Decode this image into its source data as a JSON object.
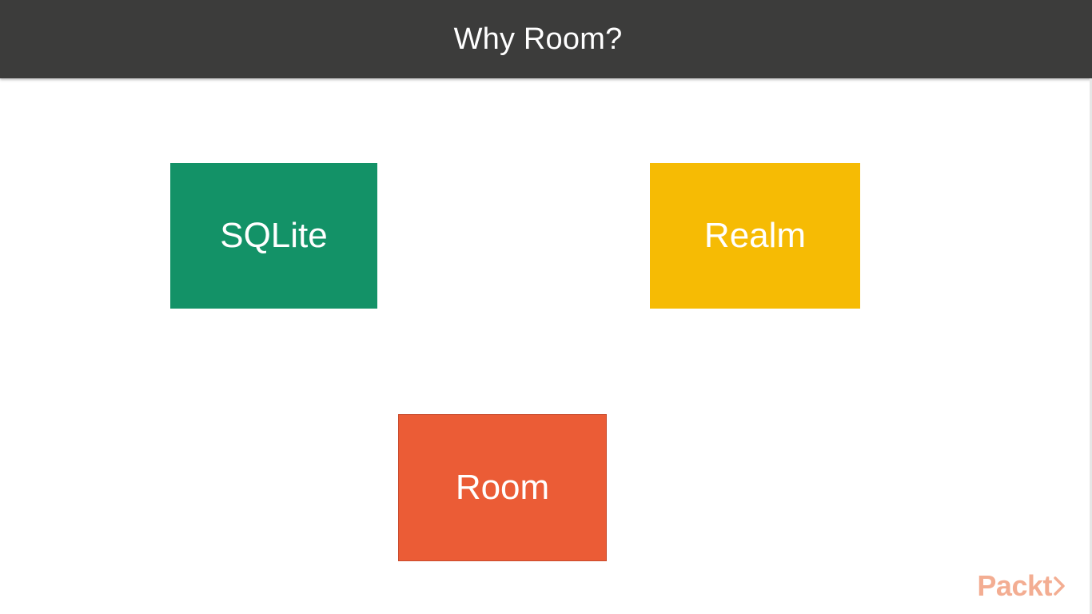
{
  "slide": {
    "title": "Why Room?"
  },
  "boxes": [
    {
      "label": "SQLite",
      "color": "#139267"
    },
    {
      "label": "Realm",
      "color": "#f6bb04"
    },
    {
      "label": "Room",
      "color": "#eb5c36"
    }
  ],
  "logo": {
    "text": "Packt",
    "color": "#f29f7f"
  },
  "colors": {
    "title_bar": "#3c3c3b",
    "background": "#ffffff"
  }
}
